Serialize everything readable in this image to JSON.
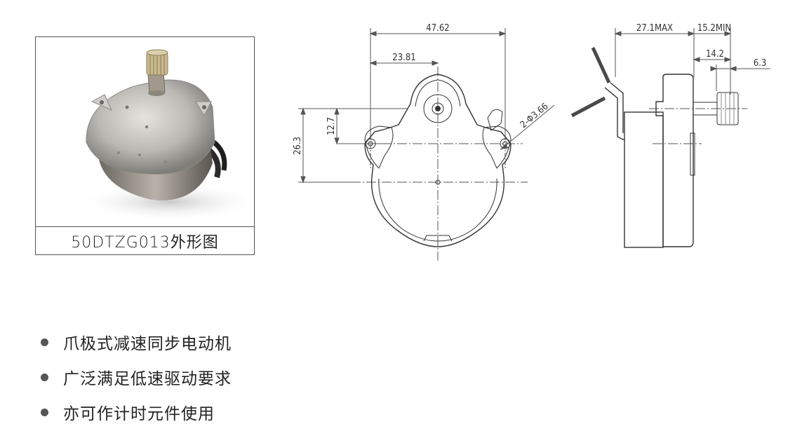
{
  "photo": {
    "caption": "50DTZG013外形图"
  },
  "front_view": {
    "dims": {
      "overall_width": "47.62",
      "half_width": "23.81",
      "height_total": "26.3",
      "height_upper": "12.7",
      "hole_dia": "2-Φ3.66"
    }
  },
  "side_view": {
    "dims": {
      "depth_max": "27.1MAX",
      "shaft_min": "15.2MIN",
      "shaft_len": "14.2",
      "gear_len": "6.3"
    }
  },
  "features": [
    {
      "text": "爪极式减速同步电动机"
    },
    {
      "text": "广泛满足低速驱动要求"
    },
    {
      "text": "亦可作计时元件使用"
    }
  ]
}
